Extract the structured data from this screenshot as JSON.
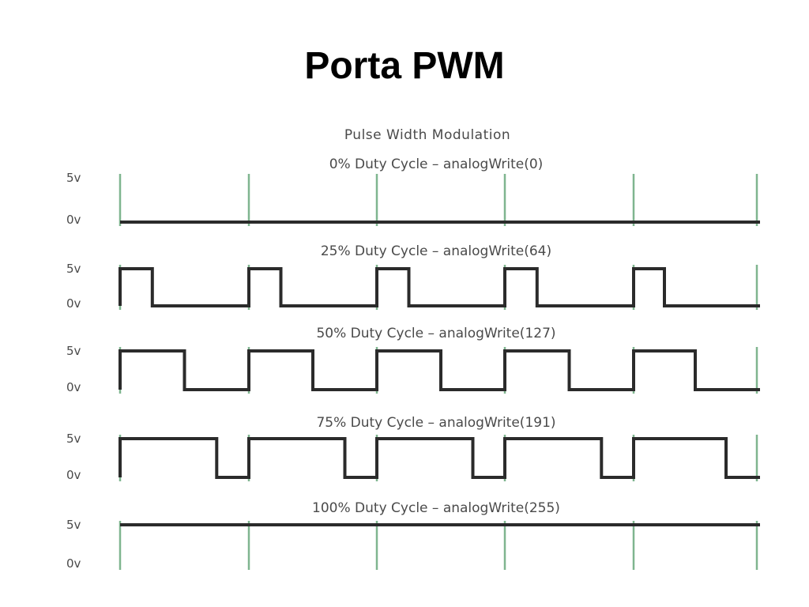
{
  "slide": {
    "title": "Porta PWM"
  },
  "diagram": {
    "heading": "Pulse Width Modulation",
    "high_label": "5v",
    "low_label": "0v",
    "tick_color": "#7fb58f",
    "wave_color": "#2b2b2b",
    "rows": [
      {
        "caption": "0% Duty Cycle – analogWrite(0)",
        "duty": 0.0
      },
      {
        "caption": "25% Duty Cycle – analogWrite(64)",
        "duty": 0.25
      },
      {
        "caption": "50% Duty Cycle – analogWrite(127)",
        "duty": 0.5
      },
      {
        "caption": "75% Duty Cycle – analogWrite(191)",
        "duty": 0.75
      },
      {
        "caption": "100% Duty Cycle – analogWrite(255)",
        "duty": 1.0
      }
    ]
  }
}
